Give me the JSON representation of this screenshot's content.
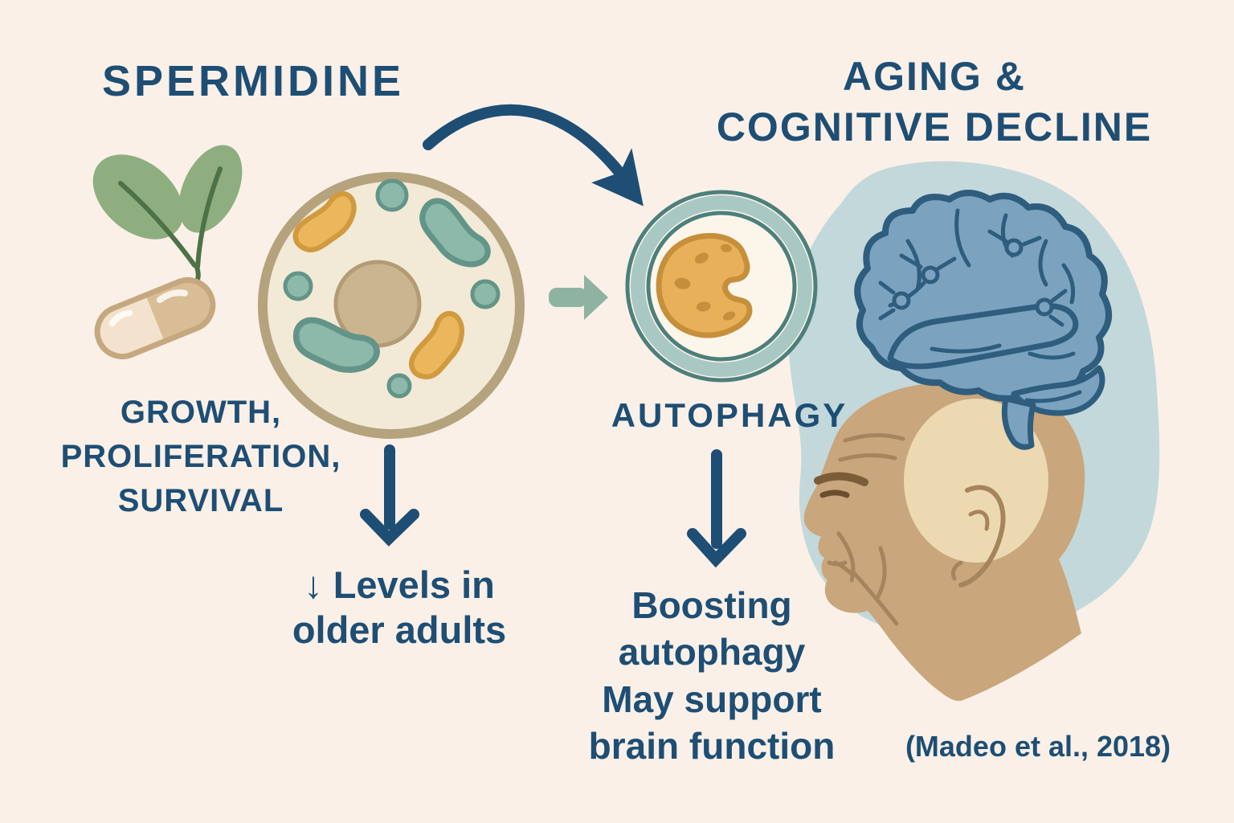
{
  "infographic": {
    "headings": {
      "left_title": "SPERMIDINE",
      "right_title_line1": "AGING &",
      "right_title_line2": "COGNITIVE DECLINE"
    },
    "labels": {
      "cell_caption_line1": "GROWTH,",
      "cell_caption_line2": "PROLIFERATION,",
      "cell_caption_line3": "SURVIVAL",
      "levels_line1": "↓ Levels in",
      "levels_line2": "older adults",
      "autophagy": "AUTOPHAGY",
      "boosting_line1": "Boosting",
      "boosting_line2": "autophagy",
      "boosting_line3": "May support",
      "boosting_line4": "brain function",
      "citation": "(Madeo et al., 2018)"
    },
    "icons": {
      "leaves": "leaf-icon",
      "capsule": "pill-capsule-icon",
      "cell": "cell-icon",
      "curved_arrow": "curved-arrow-icon",
      "small_arrow": "right-arrow-icon",
      "down_arrow_left": "down-arrow-icon",
      "down_arrow_right": "down-arrow-icon",
      "autophagosome": "autophagy-vesicle-icon",
      "brain": "brain-icon",
      "elderly_man": "elderly-man-profile-icon"
    },
    "palette": {
      "background": "#FAF0E7",
      "text_dark_blue": "#1E4E74",
      "leaf_green": "#8FAE80",
      "leaf_stem_green": "#4E7247",
      "capsule_light": "#F3E2CD",
      "capsule_dark": "#D9BD97",
      "capsule_outline": "#C5A87F",
      "cell_fill": "#F3E9D7",
      "cell_border": "#B4A37D",
      "nucleus": "#CBB58F",
      "organelle_teal": "#8CB9A9",
      "organelle_teal_outline": "#639488",
      "organelle_orange": "#ECB75C",
      "organelle_orange_outline": "#D09A3F",
      "arrow_teal": "#8FB3A2",
      "ring_dark_teal": "#4D7F7B",
      "ring_light_teal": "#A9C8C3",
      "cookie_fill": "#E8B058",
      "cookie_outline": "#C68F3B",
      "blob_blue": "#C3D8DB",
      "brain_fill": "#7BA3C0",
      "brain_outline": "#2F5D7E",
      "skin": "#C9A67B",
      "skin_light": "#ECD9B2",
      "skin_line": "#A6845C"
    }
  }
}
